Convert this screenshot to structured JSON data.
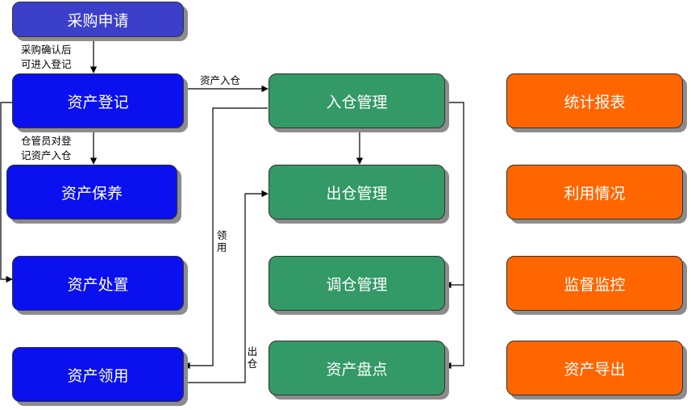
{
  "nodes": {
    "purchase_request": "采购申请",
    "asset_register": "资产登记",
    "asset_maintenance": "资产保养",
    "asset_disposal": "资产处置",
    "asset_claim": "资产领用",
    "warehouse_in": "入仓管理",
    "warehouse_out": "出仓管理",
    "warehouse_transfer": "调仓管理",
    "asset_inventory": "资产盘点",
    "stat_report": "统计报表",
    "usage_status": "利用情况",
    "supervision": "监督监控",
    "asset_export": "资产导出"
  },
  "edge_labels": {
    "confirm_line1": "采购确认后",
    "confirm_line2": "可进入登记",
    "to_warehouse": "资产入仓",
    "keeper_line1": "仓管员对登",
    "keeper_line2": "记资产入仓",
    "claim": "领用",
    "out": "出仓"
  },
  "colors": {
    "purchase": "#3b3fc9",
    "asset": "#0a10ee",
    "warehouse": "#339966",
    "report": "#ff6600"
  }
}
